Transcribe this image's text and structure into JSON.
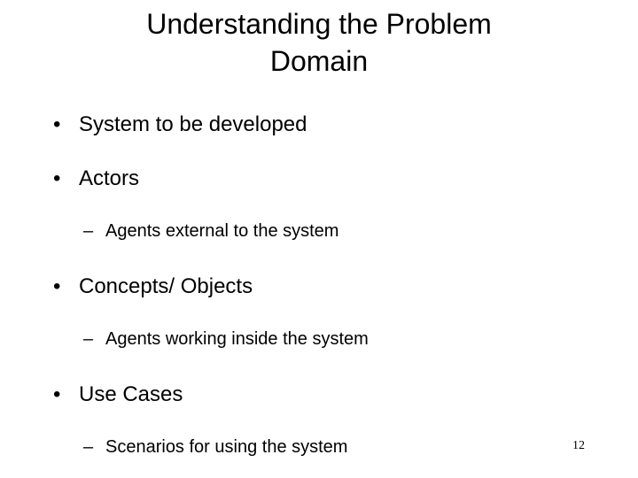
{
  "slide": {
    "title": "Understanding the Problem\nDomain",
    "page_number": "12",
    "background_color": "#ffffff",
    "text_color": "#000000",
    "bullets": [
      {
        "level": 1,
        "marker": "•",
        "text": "System to be developed"
      },
      {
        "level": 1,
        "marker": "•",
        "text": "Actors"
      },
      {
        "level": 2,
        "marker": "–",
        "text": "Agents external to the system"
      },
      {
        "level": 1,
        "marker": "•",
        "text": "Concepts/ Objects"
      },
      {
        "level": 2,
        "marker": "–",
        "text": "Agents working inside the system"
      },
      {
        "level": 1,
        "marker": "•",
        "text": "Use Cases"
      },
      {
        "level": 2,
        "marker": "–",
        "text": "Scenarios for using the system"
      }
    ]
  }
}
